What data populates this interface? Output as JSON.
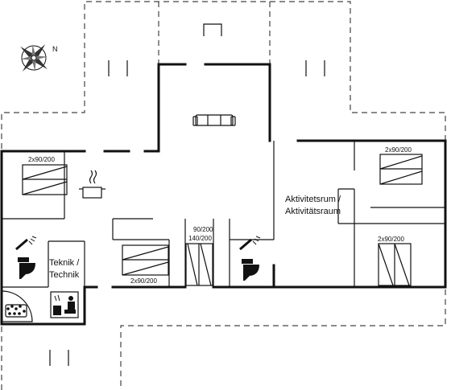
{
  "floorplan": {
    "room_labels": {
      "activity_line1": "Aktivitetsrum /",
      "activity_line2": "Aktivitätsraum",
      "technik_line1": "Teknik /",
      "technik_line2": "Technik"
    },
    "bed_labels": {
      "bed_top_left": "2x90/200",
      "bed_top_right": "2x90/200",
      "bed_center": "2x90/200",
      "bed_right_lower": "2x90/200",
      "bunk_line1": "90/200",
      "bunk_line2": "140/200"
    },
    "compass": {
      "north_label": "N"
    },
    "icons": [
      "compass-icon",
      "sofa-icon",
      "stove-icon",
      "shower-icon",
      "toilet-icon",
      "sauna-heater-icon",
      "whirlpool-icon"
    ]
  }
}
